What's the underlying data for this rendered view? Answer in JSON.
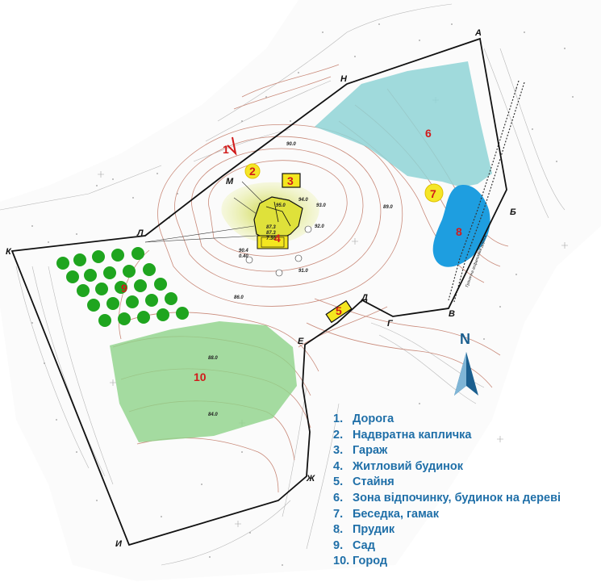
{
  "legend": [
    {
      "num": "1.",
      "label": "Дорога"
    },
    {
      "num": "2.",
      "label": "Надвратна капличка"
    },
    {
      "num": "3.",
      "label": "Гараж"
    },
    {
      "num": "4.",
      "label": "Житловий будинок"
    },
    {
      "num": "5.",
      "label": "Стайня"
    },
    {
      "num": "6.",
      "label": "Зона відпочинку, будинок на дереві"
    },
    {
      "num": "7.",
      "label": "Беседка, гамак"
    },
    {
      "num": "8.",
      "label": "Прудик"
    },
    {
      "num": "9.",
      "label": "Сад"
    },
    {
      "num": "10.",
      "label": "Город"
    }
  ],
  "zone_numbers": [
    "1",
    "2",
    "3",
    "4",
    "5",
    "6",
    "7",
    "8",
    "9",
    "10"
  ],
  "vertex_labels": {
    "a": "А",
    "b": "Б",
    "v": "В",
    "g": "Г",
    "d": "Д",
    "e": "Е",
    "zh": "Ж",
    "i": "И",
    "k": "К",
    "l": "Л",
    "m": "М",
    "n": "Н"
  },
  "north_label": "N",
  "elevations": [
    "90.0",
    "89.0",
    "88.0",
    "84.0",
    "86.0",
    "91.0",
    "93.0",
    "94.0",
    "95.0",
    "92.0",
    "87.3",
    "87.3",
    "7.30",
    "90.4",
    "0.40"
  ],
  "road_label": "Гранична асфальтова дорога",
  "colors": {
    "boundary": "#111111",
    "rest_zone": "#8fd3d6",
    "pond": "#1e9ee0",
    "garden_tree": "#1fa51f",
    "vegetable_garden": "#8fd389",
    "building_fill": "#f4e61f",
    "gazebo_fill": "#f5e627",
    "zone_number": "#d11b1b",
    "legend_text": "#1f6fa8",
    "north_arrow": "#1b5f8f"
  }
}
